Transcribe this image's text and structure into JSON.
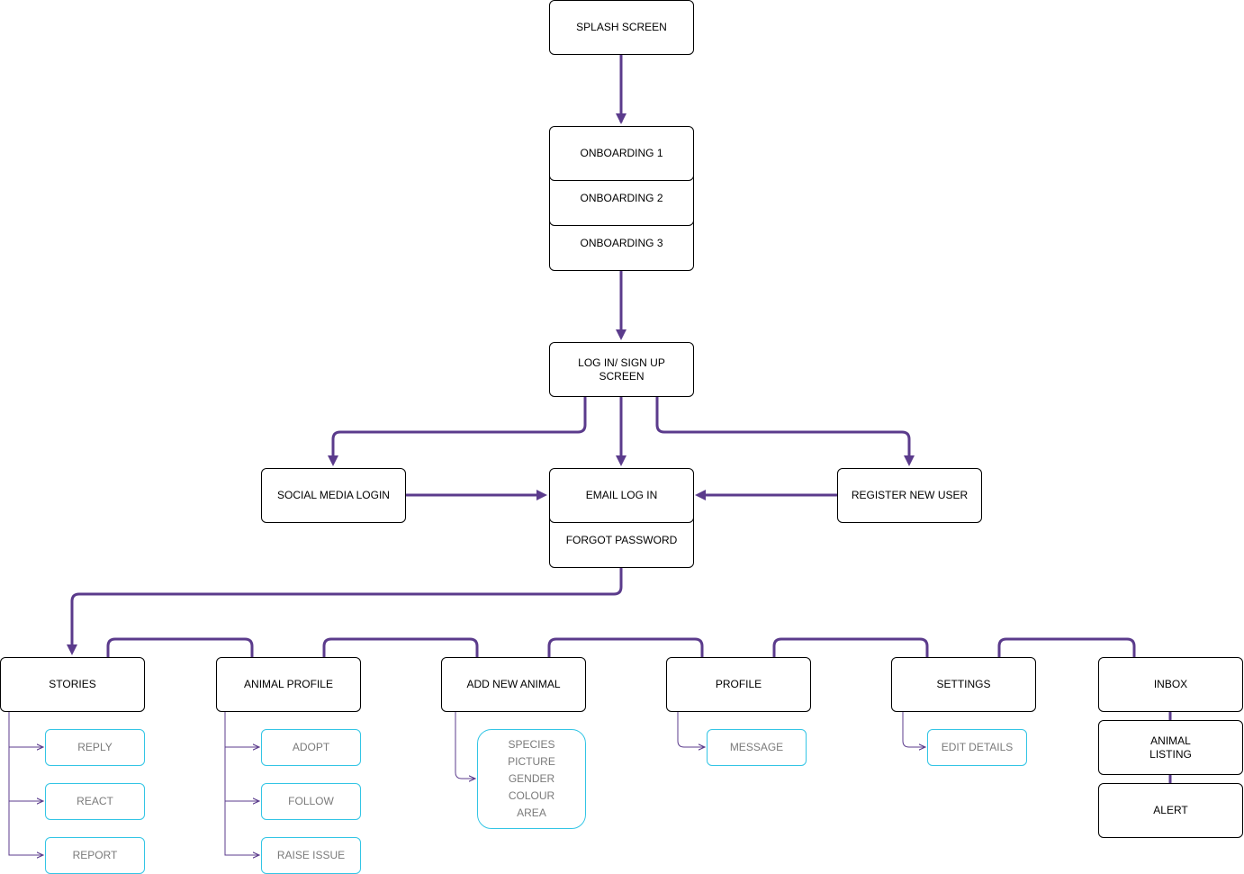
{
  "colors": {
    "arrow": "#5b3b8c",
    "node_border": "#000000",
    "sub_border": "#33c5e5",
    "sub_text": "#7a7a7a"
  },
  "nodes": {
    "splash_screen": "SPLASH SCREEN",
    "onboarding_1": "ONBOARDING 1",
    "onboarding_2": "ONBOARDING 2",
    "onboarding_3": "ONBOARDING 3",
    "login_signup": "LOG IN/ SIGN UP\nSCREEN",
    "social_media_login": "SOCIAL MEDIA LOGIN",
    "email_login": "EMAIL LOG IN",
    "register_new_user": "REGISTER NEW USER",
    "forgot_password": "FORGOT PASSWORD",
    "stories": "STORIES",
    "animal_profile": "ANIMAL PROFILE",
    "add_new_animal": "ADD NEW ANIMAL",
    "profile": "PROFILE",
    "settings": "SETTINGS",
    "inbox": "INBOX",
    "animal_listing": "ANIMAL\nLISTING",
    "alert": "ALERT"
  },
  "sub_nodes": {
    "reply": "REPLY",
    "react": "REACT",
    "report": "REPORT",
    "adopt": "ADOPT",
    "follow": "FOLLOW",
    "raise_issue": "RAISE ISSUE",
    "animal_fields": "SPECIES\nPICTURE\nGENDER\nCOLOUR\nAREA",
    "message": "MESSAGE",
    "edit_details": "EDIT DETAILS"
  }
}
